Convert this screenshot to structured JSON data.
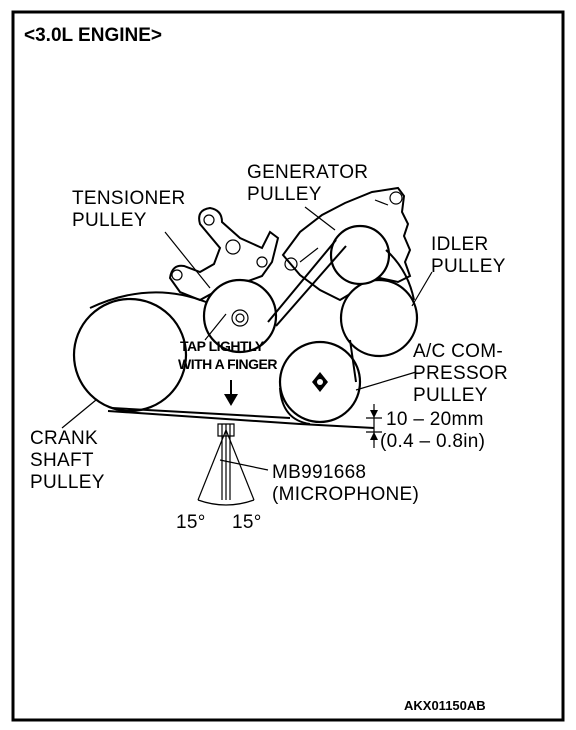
{
  "title": "<3.0L ENGINE>",
  "labels": {
    "generator_pulley": [
      "GENERATOR",
      "PULLEY"
    ],
    "tensioner_pulley": [
      "TENSIONER",
      "PULLEY"
    ],
    "idler_pulley": [
      "IDLER",
      "PULLEY"
    ],
    "ac_compressor_pulley": [
      "A/C COM-",
      "PRESSOR",
      "PULLEY"
    ],
    "crank_shaft_pulley": [
      "CRANK",
      "SHAFT",
      "PULLEY"
    ],
    "tap_instruction": [
      "TAP LIGHTLY",
      "WITH A FINGER"
    ],
    "deflection_mm": "10 – 20mm",
    "deflection_in": "(0.4 – 0.8in)",
    "tool_number": "MB991668",
    "tool_name": "(MICROPHONE)",
    "angle_left": "15°",
    "angle_right": "15°"
  },
  "figure_code": "AKX01150AB"
}
